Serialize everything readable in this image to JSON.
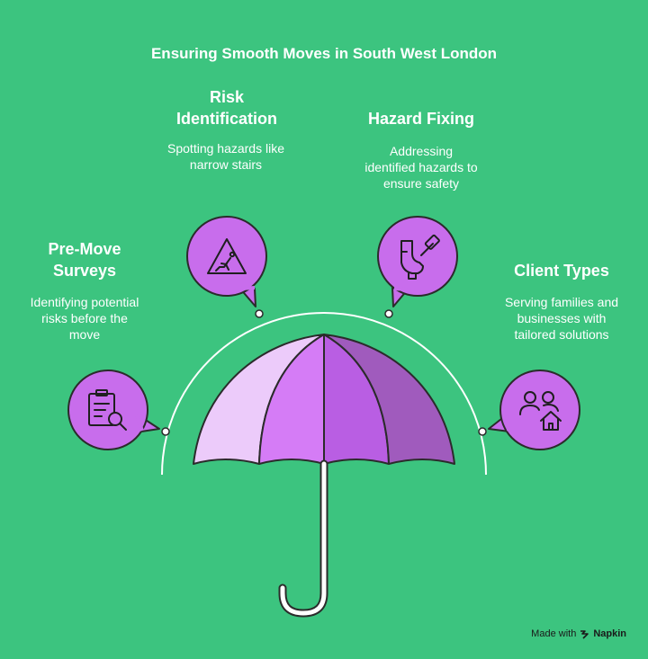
{
  "title": "Ensuring Smooth Moves in South West London",
  "items": [
    {
      "title": "Pre-Move Surveys",
      "title_lines": [
        "Pre-Move",
        "Surveys"
      ],
      "desc": "Identifying potential risks before the move",
      "desc_lines": [
        "Identifying potential",
        "risks before the",
        "move"
      ],
      "icon": "clipboard-search-icon"
    },
    {
      "title": "Risk Identification",
      "title_lines": [
        "Risk",
        "Identification"
      ],
      "desc": "Spotting hazards like narrow stairs",
      "desc_lines": [
        "Spotting hazards like",
        "narrow stairs"
      ],
      "icon": "falling-hazard-warning-icon"
    },
    {
      "title": "Hazard Fixing",
      "title_lines": [
        "Hazard Fixing"
      ],
      "desc": "Addressing identified hazards to ensure safety",
      "desc_lines": [
        "Addressing",
        "identified hazards to",
        "ensure safety"
      ],
      "icon": "pipe-repair-hammer-icon"
    },
    {
      "title": "Client Types",
      "title_lines": [
        "Client Types"
      ],
      "desc": "Serving families and businesses with tailored solutions",
      "desc_lines": [
        "Serving families and",
        "businesses with",
        "tailored solutions"
      ],
      "icon": "people-home-icon"
    }
  ],
  "footer": {
    "made_with": "Made with",
    "brand": "Napkin"
  },
  "colors": {
    "background": "#3cc47f",
    "bubble_fill": "#c86dec",
    "bubble_stroke": "#2b2b2b",
    "panel_1": "#eccbfa",
    "panel_2": "#d57cf6",
    "panel_3": "#b95ee3",
    "panel_4": "#a05bbd",
    "text": "#ffffff"
  }
}
